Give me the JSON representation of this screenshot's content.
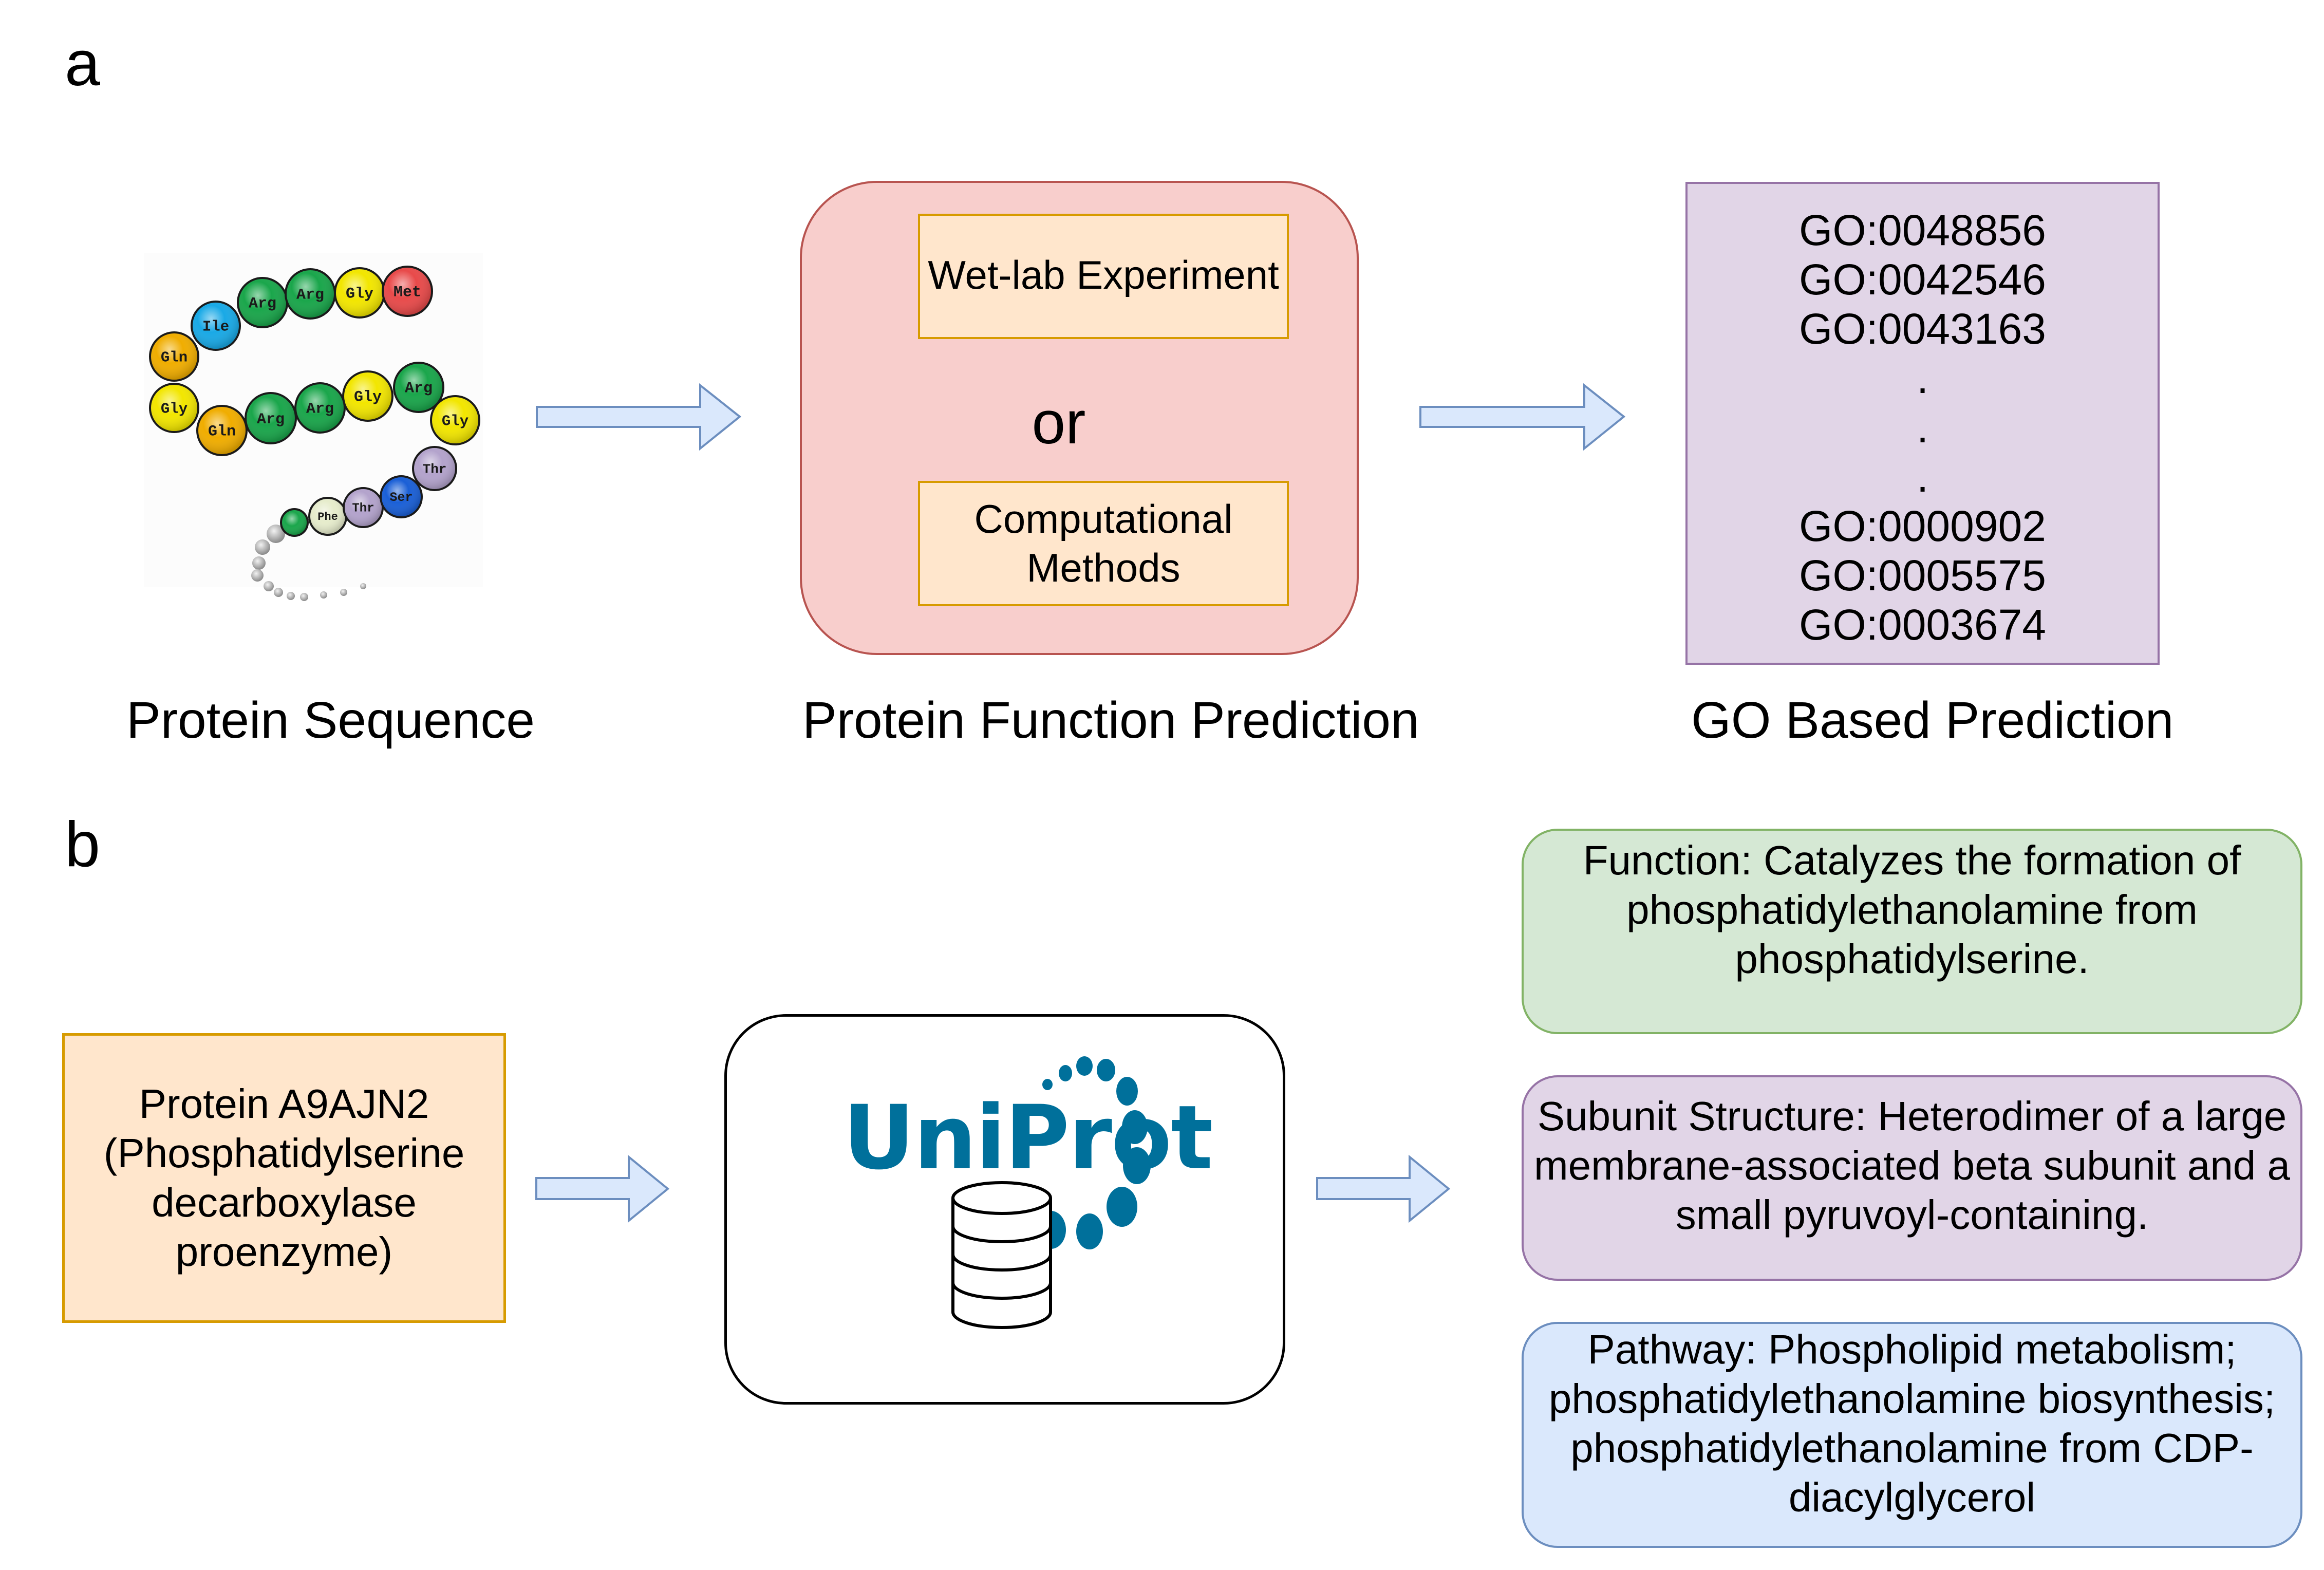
{
  "panel_a": {
    "letter": "a",
    "protein_sequence": {
      "caption": "Protein Sequence",
      "image": "amino-acid-chain-illustration",
      "residues": [
        {
          "label": "Met",
          "color": "#e84a4a"
        },
        {
          "label": "Gly",
          "color": "#f2e600"
        },
        {
          "label": "Arg",
          "color": "#1aa64b"
        },
        {
          "label": "Arg",
          "color": "#1aa64b"
        },
        {
          "label": "Ile",
          "color": "#19a9e6"
        },
        {
          "label": "Gln",
          "color": "#f0ad00"
        },
        {
          "label": "Gly",
          "color": "#f2e600"
        },
        {
          "label": "Gln",
          "color": "#f0ad00"
        },
        {
          "label": "Arg",
          "color": "#1aa64b"
        },
        {
          "label": "Arg",
          "color": "#1aa64b"
        },
        {
          "label": "Gly",
          "color": "#f2e600"
        },
        {
          "label": "Arg",
          "color": "#1aa64b"
        },
        {
          "label": "Gly",
          "color": "#f2e600"
        },
        {
          "label": "Thr",
          "color": "#b3a3cc"
        },
        {
          "label": "Ser",
          "color": "#1a5fd6"
        },
        {
          "label": "Thr",
          "color": "#b3a3cc"
        },
        {
          "label": "Phe",
          "color": "#e6eccc"
        },
        {
          "label": "",
          "color": "#1aa64b"
        }
      ]
    },
    "function_prediction": {
      "caption": "Protein Function Prediction",
      "method_1": "Wet-lab Experiment",
      "connector": "or",
      "method_2": "Computational Methods"
    },
    "go_prediction": {
      "caption": "GO Based Prediction",
      "terms_top": [
        "GO:0048856",
        "GO:0042546",
        "GO:0043163"
      ],
      "ellipsis": [
        ".",
        ".",
        "."
      ],
      "terms_bottom": [
        "GO:0000902",
        "GO:0005575",
        "GO:0003674"
      ]
    }
  },
  "panel_b": {
    "letter": "b",
    "protein": "Protein A9AJN2 (Phosphatidylserine decarboxylase proenzyme)",
    "database": {
      "logo_text": "UniProt",
      "logo_color": "#00709b",
      "icon": "database-icon"
    },
    "annotations": {
      "function": "Function: Catalyzes the formation of phosphatidylethanolamine from phosphatidylserine.",
      "subunit_structure": "Subunit Structure: Heterodimer of a large membrane-associated beta subunit and a small pyruvoyl-containing.",
      "pathway": "Pathway: Phospholipid metabolism; phosphatidylethanolamine biosynthesis; phosphatidylethanolamine from CDP-diacylglycerol"
    }
  },
  "colors": {
    "arrow_fill": "#dae8fc",
    "arrow_stroke": "#6c8ebf"
  }
}
